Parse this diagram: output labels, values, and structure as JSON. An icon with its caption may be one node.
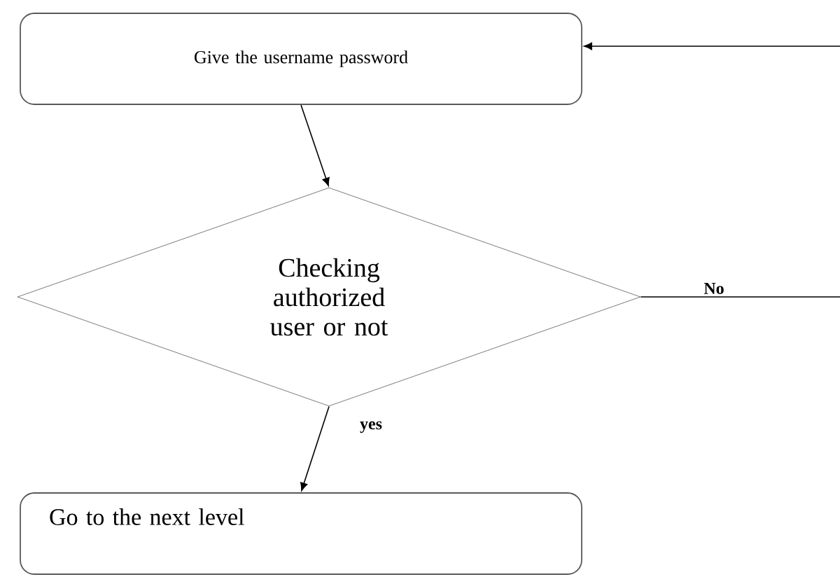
{
  "diagram": {
    "nodes": [
      {
        "text": [
          "Give the username password"
        ]
      },
      {
        "text": [
          "Checking authorized user or not"
        ]
      },
      {
        "text": [
          "Go to the next level"
        ]
      }
    ],
    "edges": [
      {
        "from": 0,
        "to": 1,
        "arrow": "to"
      },
      {
        "from": 1,
        "to": 0,
        "arrow": "to",
        "label": "No"
      },
      {
        "from": 1,
        "to": 2,
        "arrow": "to",
        "label": "yes"
      }
    ]
  }
}
